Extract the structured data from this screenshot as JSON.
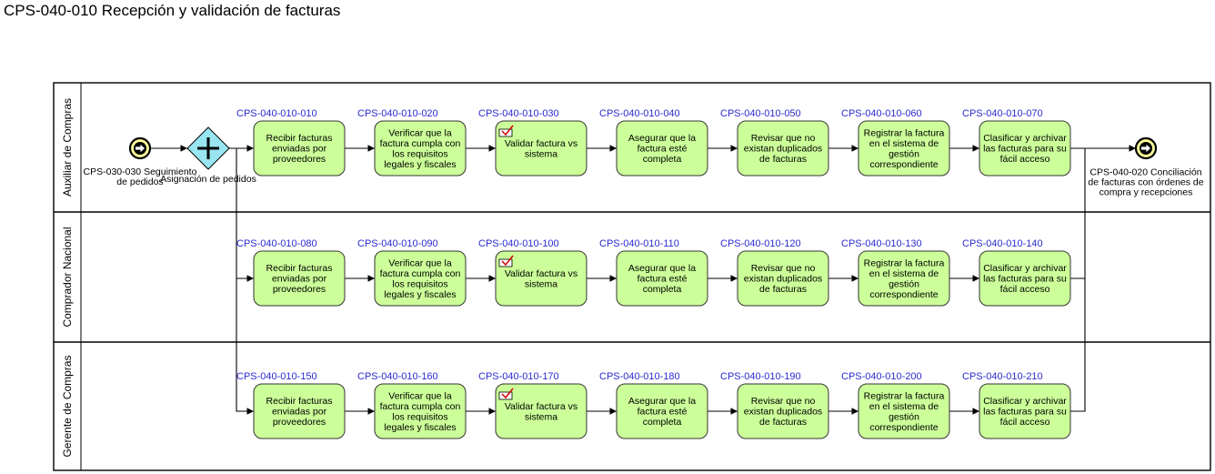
{
  "title": "CPS-040-010 Recepción y validación de facturas",
  "lanes": [
    {
      "label": "Auxiliar de Compras"
    },
    {
      "label": "Comprador Nacional"
    },
    {
      "label": "Gerente de Compras"
    }
  ],
  "start_event": {
    "label": [
      "CPS-030-030 Seguimiento",
      "de pedidos"
    ]
  },
  "gateway": {
    "label": "Asignación de pedidos"
  },
  "end_event": {
    "label": [
      "CPS-040-020 Conciliación",
      "de facturas con órdenes de",
      "compra y recepciones"
    ]
  },
  "task_names": [
    [
      "Recibir facturas",
      "enviadas por",
      "proveedores"
    ],
    [
      "Verificar que la",
      "factura cumpla con",
      "los requisitos",
      "legales y fiscales"
    ],
    [
      "Validar factura vs",
      "sistema"
    ],
    [
      "Asegurar que la",
      "factura esté",
      "completa"
    ],
    [
      "Revisar que no",
      "existan duplicados",
      "de facturas"
    ],
    [
      "Registrar la factura",
      "en el sistema de",
      "gestión",
      "correspondiente"
    ],
    [
      "Clasificar y archivar",
      "las facturas para su",
      "fácil acceso"
    ]
  ],
  "task_icons": [
    "",
    "",
    "checklist-icon",
    "",
    "",
    "",
    ""
  ],
  "task_ids": [
    [
      "CPS-040-010-010",
      "CPS-040-010-020",
      "CPS-040-010-030",
      "CPS-040-010-040",
      "CPS-040-010-050",
      "CPS-040-010-060",
      "CPS-040-010-070"
    ],
    [
      "CPS-040-010-080",
      "CPS-040-010-090",
      "CPS-040-010-100",
      "CPS-040-010-110",
      "CPS-040-010-120",
      "CPS-040-010-130",
      "CPS-040-010-140"
    ],
    [
      "CPS-040-010-150",
      "CPS-040-010-160",
      "CPS-040-010-170",
      "CPS-040-010-180",
      "CPS-040-010-190",
      "CPS-040-010-200",
      "CPS-040-010-210"
    ]
  ],
  "colors": {
    "task_fill": "#ccff99",
    "task_stroke": "#333333",
    "gateway_fill": "#99e6f2",
    "event_fill": "#ffff99",
    "id_text": "#2a2ad0",
    "lane_border": "#000000",
    "icon_check": "#d00000"
  }
}
